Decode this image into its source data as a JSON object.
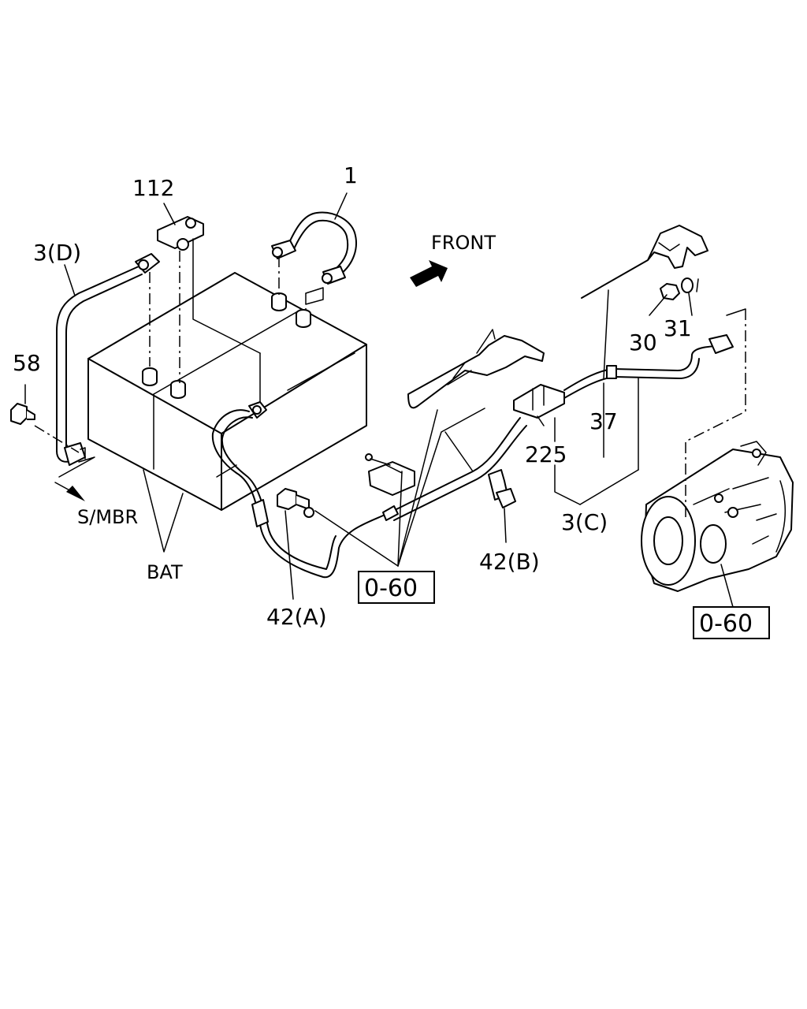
{
  "labels": {
    "p1": "1",
    "p112": "112",
    "p3d": "3(D)",
    "p58": "58",
    "front": "FRONT",
    "smbr": "S/MBR",
    "bat": "BAT",
    "p42a": "42(A)",
    "ref1": "0-60",
    "p42b": "42(B)",
    "p225": "225",
    "p3c": "3(C)",
    "p37": "37",
    "p30": "30",
    "p31": "31",
    "ref2": "0-60"
  }
}
